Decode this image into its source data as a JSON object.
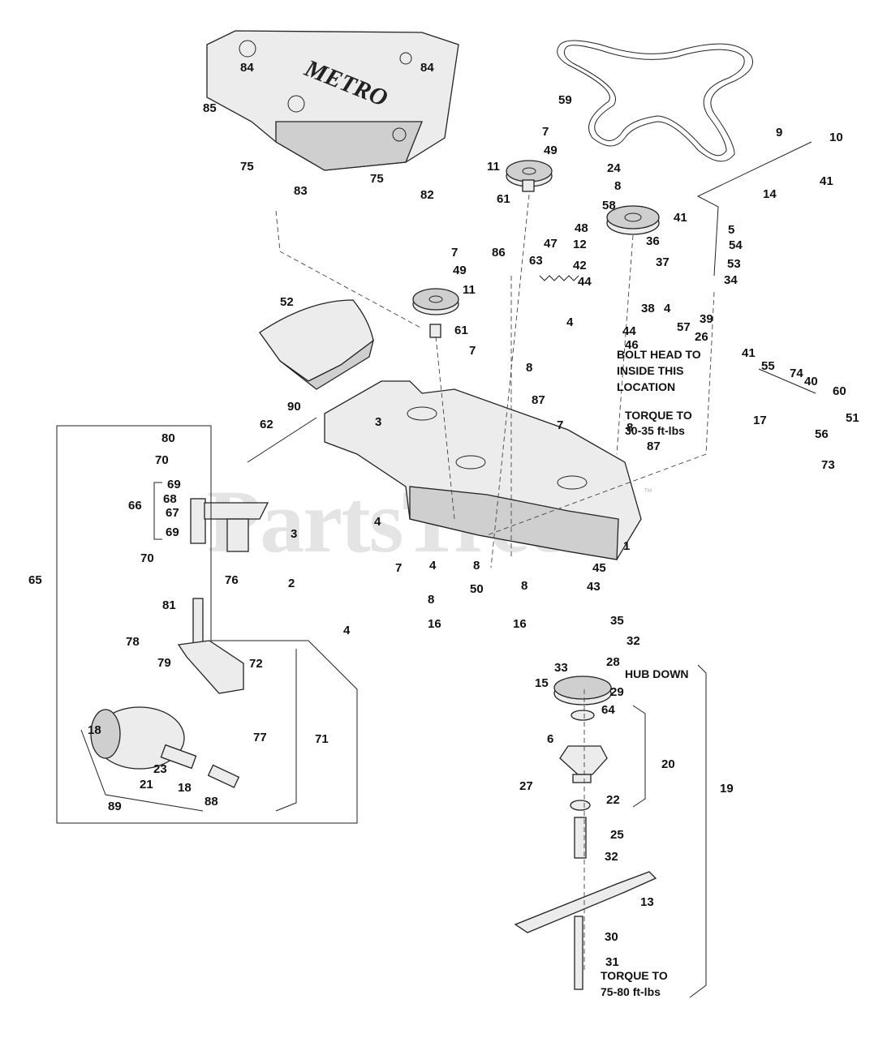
{
  "watermark": "PartsTree",
  "watermark_tm": "™",
  "brand_logo": "METRO",
  "notes": {
    "bolt_head_1": "BOLT HEAD TO",
    "bolt_head_2": "INSIDE THIS",
    "bolt_head_3": "LOCATION",
    "torque_a_1": "TORQUE TO",
    "torque_a_2": "30-35 ft-lbs",
    "hub_down": "HUB DOWN",
    "torque_b_1": "TORQUE TO",
    "torque_b_2": "75-80 ft-lbs"
  },
  "callouts": [
    "84",
    "84",
    "85",
    "75",
    "83",
    "75",
    "82",
    "7",
    "49",
    "11",
    "61",
    "7",
    "49",
    "11",
    "61",
    "59",
    "9",
    "10",
    "41",
    "14",
    "24",
    "8",
    "58",
    "48",
    "12",
    "36",
    "42",
    "44",
    "41",
    "5",
    "54",
    "53",
    "37",
    "34",
    "38",
    "4",
    "57",
    "39",
    "26",
    "86",
    "47",
    "63",
    "4",
    "44",
    "46",
    "52",
    "7",
    "8",
    "87",
    "41",
    "55",
    "74",
    "40",
    "60",
    "51",
    "17",
    "56",
    "73",
    "90",
    "3",
    "62",
    "7",
    "8",
    "87",
    "80",
    "70",
    "69",
    "68",
    "67",
    "66",
    "69",
    "70",
    "65",
    "3",
    "4",
    "2",
    "4",
    "76",
    "1",
    "7",
    "4",
    "8",
    "16",
    "8",
    "50",
    "8",
    "16",
    "45",
    "43",
    "81",
    "78",
    "79",
    "72",
    "77",
    "71",
    "18",
    "23",
    "21",
    "18",
    "88",
    "89",
    "35",
    "32",
    "28",
    "33",
    "15",
    "29",
    "64",
    "6",
    "20",
    "19",
    "27",
    "22",
    "25",
    "32",
    "13",
    "30",
    "31"
  ]
}
